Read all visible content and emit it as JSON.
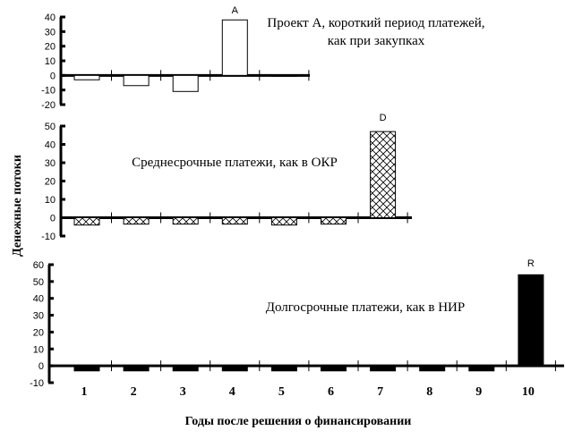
{
  "chart_data": {
    "type": "bar",
    "ylabel": "Денежные потоки",
    "xlabel": "Годы после решения о финансировании",
    "categories": [
      "1",
      "2",
      "3",
      "4",
      "5",
      "6",
      "7",
      "8",
      "9",
      "10"
    ],
    "panels": [
      {
        "name": "A",
        "annotation": [
          "Проект А, короткий период платежей,",
          "как при закупках"
        ],
        "bar_label": "A",
        "fill": "white",
        "ylim": [
          -20,
          40
        ],
        "yticks": [
          40,
          30,
          20,
          10,
          0,
          -10,
          -20
        ],
        "values": [
          -3,
          -7,
          -11,
          38,
          0,
          null,
          null,
          null,
          null,
          null
        ]
      },
      {
        "name": "D",
        "annotation": [
          "Среднесрочные платежи, как в ОКР"
        ],
        "bar_label": "D",
        "fill": "crosshatch",
        "ylim": [
          -10,
          50
        ],
        "yticks": [
          50,
          40,
          30,
          20,
          10,
          0,
          -10
        ],
        "values": [
          -4,
          -3.5,
          -3.5,
          -3.5,
          -4,
          -3.5,
          47,
          null,
          null,
          null
        ]
      },
      {
        "name": "R",
        "annotation": [
          "Долгосрочные платежи, как в НИР"
        ],
        "bar_label": "R",
        "fill": "black",
        "ylim": [
          -10,
          60
        ],
        "yticks": [
          60,
          50,
          40,
          30,
          20,
          10,
          0,
          -10
        ],
        "values": [
          -3,
          -3,
          -3,
          -3,
          -3,
          -3,
          -3,
          -3,
          -3,
          54
        ]
      }
    ]
  }
}
